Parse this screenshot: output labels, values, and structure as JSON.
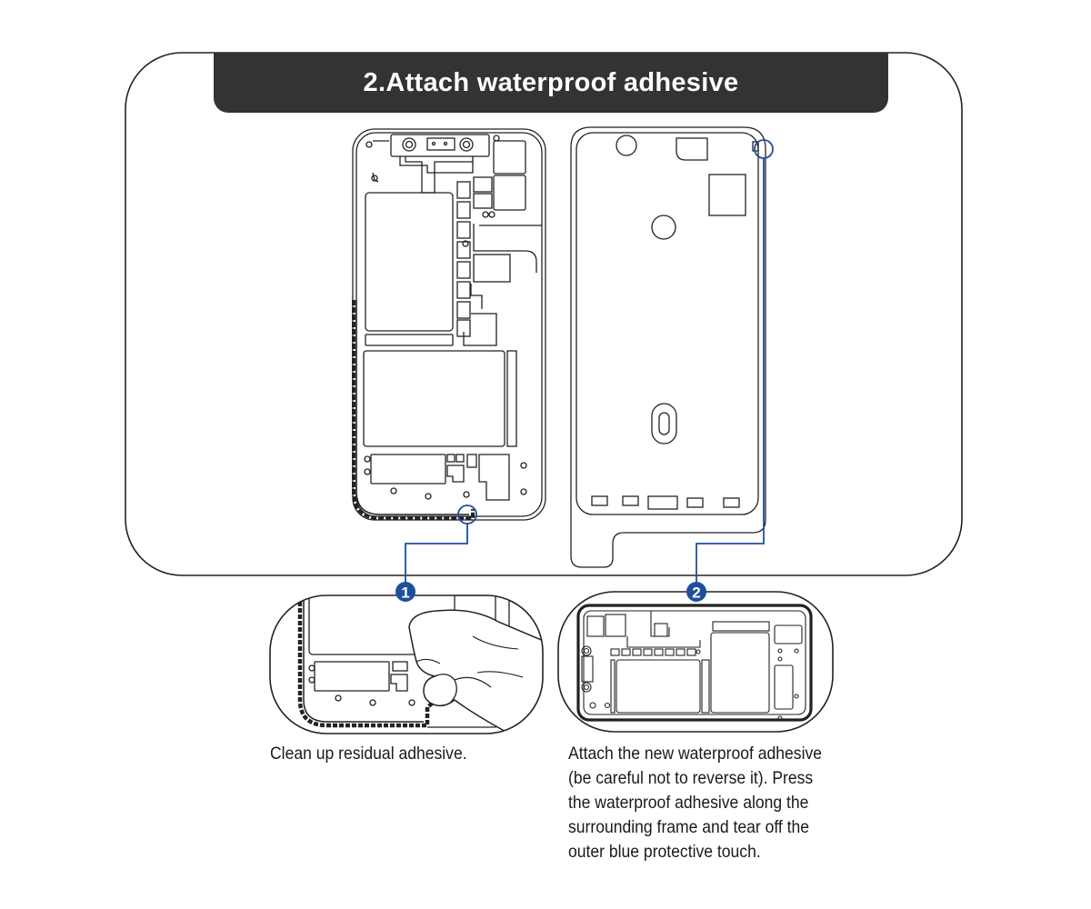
{
  "title": "2.Attach waterproof adhesive",
  "colors": {
    "title_bar": "#333333",
    "line": "#222222",
    "callout_blue": "#1e4f9c",
    "adhesive": "#222222"
  },
  "steps": [
    {
      "number": "1",
      "caption_lines": [
        "Clean up residual adhesive."
      ]
    },
    {
      "number": "2",
      "caption_lines": [
        "Attach the new waterproof adhesive",
        "(be careful not to reverse it). Press",
        "the waterproof adhesive along the",
        "surrounding frame and tear off the",
        "outer blue protective touch."
      ]
    }
  ]
}
